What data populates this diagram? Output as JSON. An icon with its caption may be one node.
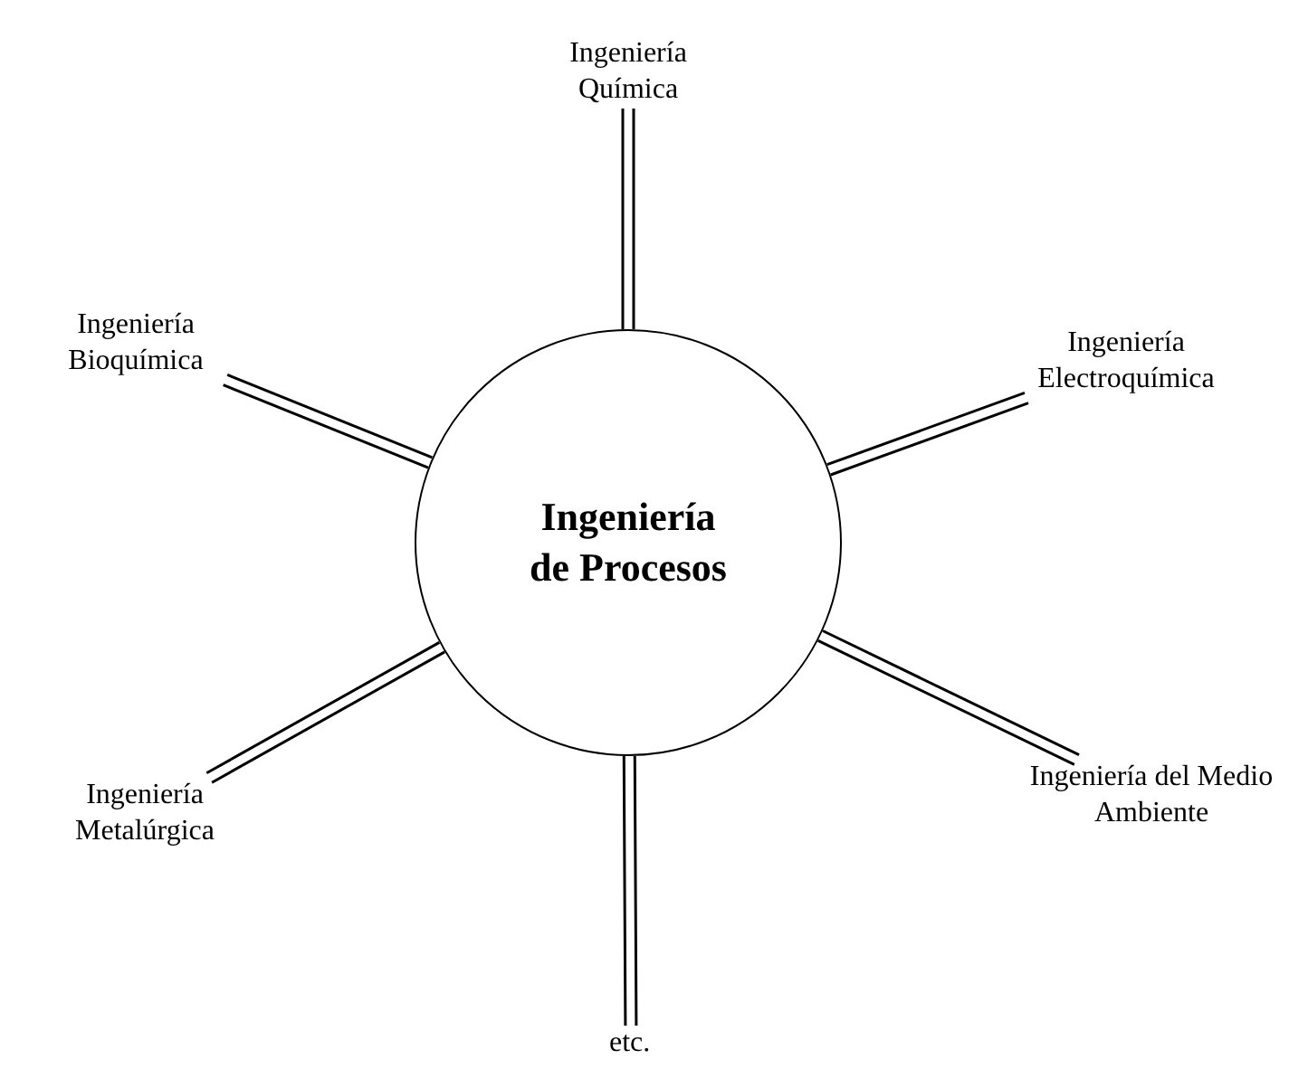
{
  "diagram": {
    "nodes": [
      {
        "text": [
          "Ingeniería de Procesos"
        ]
      },
      {
        "text": [
          "Ingeniería Química"
        ]
      },
      {
        "text": [
          "Ingeniería Bioquímica"
        ]
      },
      {
        "text": [
          "Ingeniería Electroquímica"
        ]
      },
      {
        "text": [
          "Ingeniería Metalúrgica"
        ]
      },
      {
        "text": [
          "Ingeniería del Medio Ambiente"
        ]
      },
      {
        "text": [
          "etc."
        ]
      }
    ],
    "edges": [
      {
        "from": 0,
        "to": 1,
        "arrow": "none"
      },
      {
        "from": 0,
        "to": 2,
        "arrow": "none"
      },
      {
        "from": 0,
        "to": 3,
        "arrow": "none"
      },
      {
        "from": 0,
        "to": 4,
        "arrow": "none"
      },
      {
        "from": 0,
        "to": 5,
        "arrow": "none"
      },
      {
        "from": 0,
        "to": 6,
        "arrow": "none"
      }
    ]
  }
}
